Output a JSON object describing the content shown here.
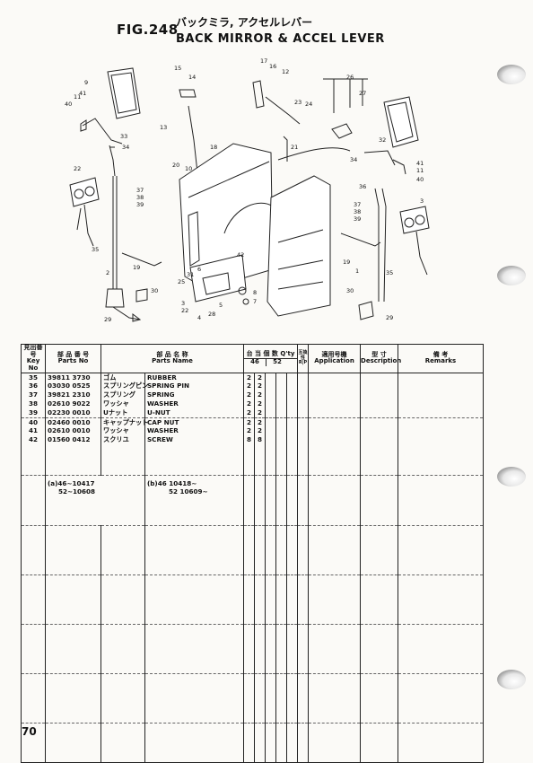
{
  "header": {
    "fig_no": "FIG.248",
    "title_jp": "バックミラ, アクセルレバー",
    "title_en": "BACK MIRROR & ACCEL LEVER"
  },
  "diagram": {
    "labels": [
      "9",
      "41",
      "11",
      "40",
      "15",
      "14",
      "17",
      "16",
      "12",
      "26",
      "27",
      "23",
      "24",
      "13",
      "18",
      "20",
      "10",
      "21",
      "33",
      "34",
      "22",
      "37",
      "38",
      "39",
      "32",
      "41",
      "11",
      "40",
      "34",
      "36",
      "35",
      "19",
      "2",
      "42",
      "6",
      "31",
      "25",
      "5",
      "8",
      "7",
      "3",
      "22",
      "28",
      "4",
      "30",
      "29",
      "3",
      "37",
      "38",
      "39",
      "19",
      "1",
      "35",
      "30",
      "29"
    ]
  },
  "table": {
    "headers": {
      "key_jp": "見出番号",
      "key_en": "Key No",
      "part_no_jp": "部 品 番 号",
      "part_no_en": "Parts No",
      "part_name_jp": "部 品 名 称",
      "part_name_en": "Parts Name",
      "qty_jp": "台 当 個 数",
      "qty_en": "Q'ty",
      "qty_cols": [
        "46",
        "52"
      ],
      "rp": "互換性 R|P",
      "app_jp": "適用号機",
      "app_en": "Application",
      "desc_jp": "型 寸",
      "desc_en": "Description",
      "remarks_jp": "備 考",
      "remarks_en": "Remarks"
    },
    "rows": [
      {
        "key": "35",
        "part_no": "39811 3730",
        "name_jp": "ゴム",
        "name_en": "RUBBER",
        "q46": "2",
        "q52": "2"
      },
      {
        "key": "36",
        "part_no": "03030 0525",
        "name_jp": "スプリングピン",
        "name_en": "SPRING PIN",
        "q46": "2",
        "q52": "2"
      },
      {
        "key": "37",
        "part_no": "39821 2310",
        "name_jp": "スプリング",
        "name_en": "SPRING",
        "q46": "2",
        "q52": "2"
      },
      {
        "key": "38",
        "part_no": "02610 9022",
        "name_jp": "ワッシャ",
        "name_en": "WASHER",
        "q46": "2",
        "q52": "2"
      },
      {
        "key": "39",
        "part_no": "02230 0010",
        "name_jp": "Uナット",
        "name_en": "U-NUT",
        "q46": "2",
        "q52": "2"
      },
      {
        "key": "40",
        "part_no": "02460 0010",
        "name_jp": "キャップナット",
        "name_en": "CAP NUT",
        "q46": "2",
        "q52": "2"
      },
      {
        "key": "41",
        "part_no": "02610 0010",
        "name_jp": "ワッシャ",
        "name_en": "WASHER",
        "q46": "2",
        "q52": "2"
      },
      {
        "key": "42",
        "part_no": "01560 0412",
        "name_jp": "スクリユ",
        "name_en": "SCREW",
        "q46": "8",
        "q52": "8"
      }
    ],
    "notes": {
      "a_line1": "(a)46~10417",
      "a_line2": "52~10608",
      "b_line1": "(b)46 10418~",
      "b_line2": "52 10609~"
    }
  },
  "footer": {
    "page": "70"
  }
}
